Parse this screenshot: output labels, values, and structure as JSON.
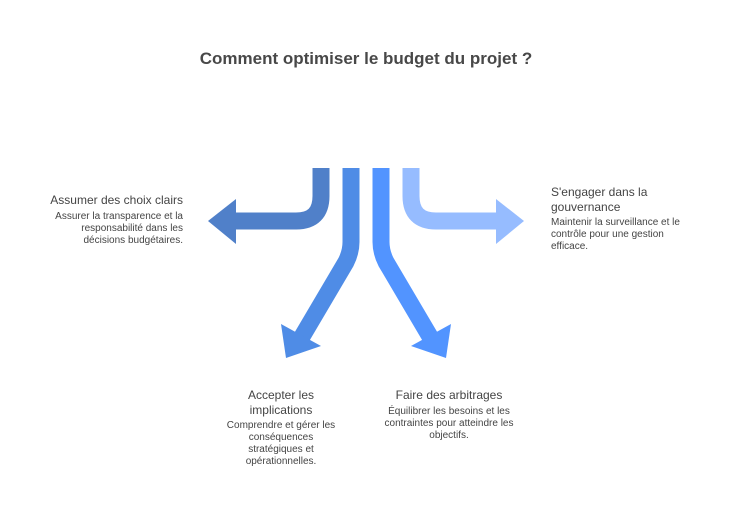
{
  "title": "Comment optimiser le budget du projet ?",
  "colors": {
    "arrow1": "#5080C9",
    "arrow2": "#4F8CE6",
    "arrow3": "#5294FF",
    "arrow4": "#96BCFF"
  },
  "branches": [
    {
      "title": "Assumer des choix clairs",
      "description": "Assurer la transparence et la responsabilité dans les décisions budgétaires."
    },
    {
      "title": "Accepter les implications",
      "description": "Comprendre et gérer les conséquences stratégiques et opérationnelles."
    },
    {
      "title": "Faire des arbitrages",
      "description": "Équilibrer les besoins et les contraintes pour atteindre les objectifs."
    },
    {
      "title": "S'engager dans la gouvernance",
      "description": "Maintenir la surveillance et le contrôle pour une gestion efficace."
    }
  ]
}
